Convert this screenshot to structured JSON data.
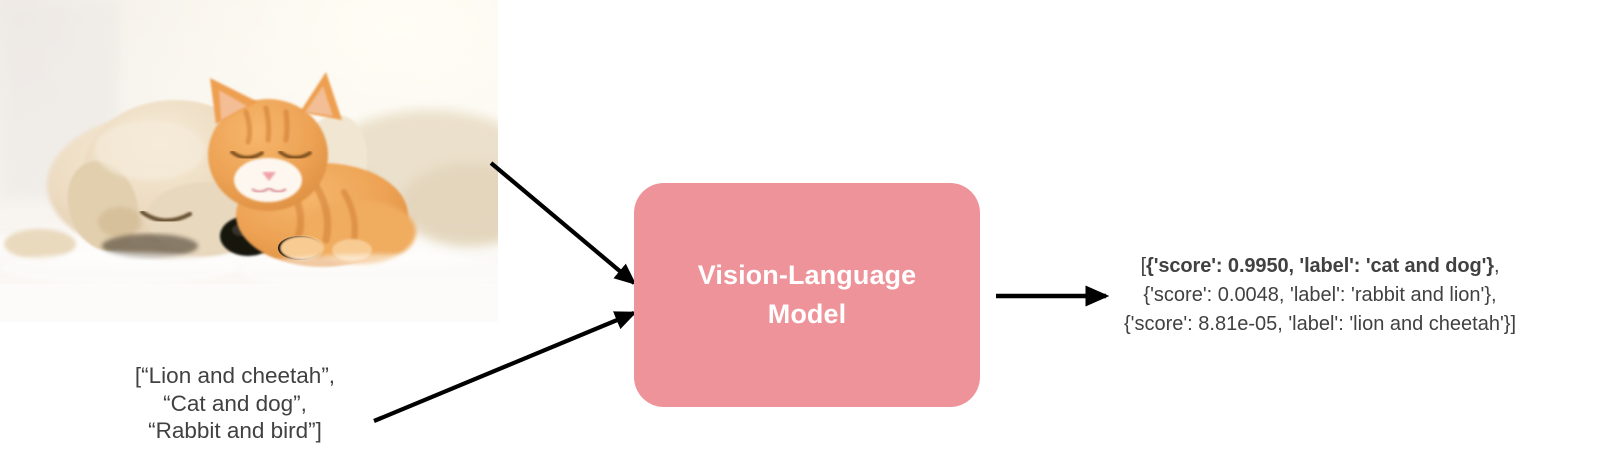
{
  "diagram": {
    "title": "Vision-Language Model zero-shot image classification pipeline",
    "model_box": {
      "label": "Vision-Language\nModel",
      "fill_color": "#ee9399",
      "text_color": "#ffffff"
    },
    "arrow_color": "#000000",
    "text_color": "#414141",
    "image_input": {
      "alt": "Sleeping golden retriever puppy and orange tabby kitten cuddling on a white blanket",
      "subjects": [
        "puppy",
        "kitten"
      ]
    },
    "text_input": {
      "label": "[“Lion and cheetah”,\n“Cat and dog”,\n“Rabbit and bird”]",
      "candidate_labels": [
        "Lion and cheetah",
        "Cat and dog",
        "Rabbit and bird"
      ]
    },
    "output": {
      "lines": [
        {
          "prefix": "[",
          "body": "{'score': 0.9950, 'label': 'cat and dog'}",
          "suffix": ",",
          "bold": true
        },
        {
          "prefix": "",
          "body": "{'score': 0.0048, 'label': 'rabbit and lion'},",
          "suffix": "",
          "bold": false
        },
        {
          "prefix": "",
          "body": "{'score': 8.81e-05, 'label': 'lion and cheetah'}]",
          "suffix": "",
          "bold": false
        }
      ],
      "predictions": [
        {
          "score": "0.9950",
          "label": "cat and dog"
        },
        {
          "score": "0.0048",
          "label": "rabbit and lion"
        },
        {
          "score": "8.81e-05",
          "label": "lion and cheetah"
        }
      ]
    }
  }
}
